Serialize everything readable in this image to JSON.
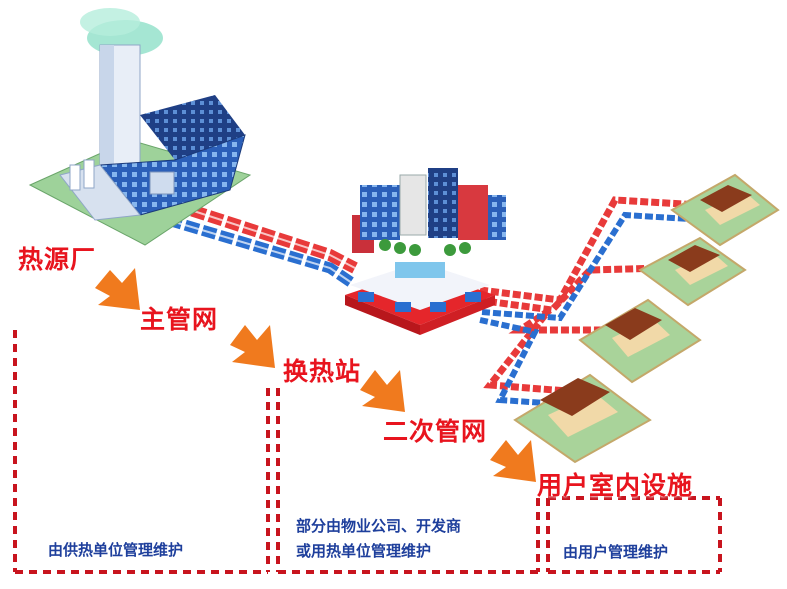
{
  "stages": {
    "heat_source": "热源厂",
    "main_network": "主管网",
    "exchange_station": "换热站",
    "secondary_network": "二次管网",
    "indoor_facilities": "用户室内设施"
  },
  "maintenance": {
    "supplier": "由供热单位管理维护",
    "property_line1": "部分由物业公司、开发商",
    "property_line2": "或用热单位管理维护",
    "user": "由用户管理维护"
  },
  "colors": {
    "label_red": "#e8141e",
    "note_blue": "#1e3f9c",
    "arrow_orange": "#f07a1e",
    "dash_red": "#c8141e",
    "pipe_red": "#e83a3a",
    "pipe_blue": "#2a6fd0"
  }
}
